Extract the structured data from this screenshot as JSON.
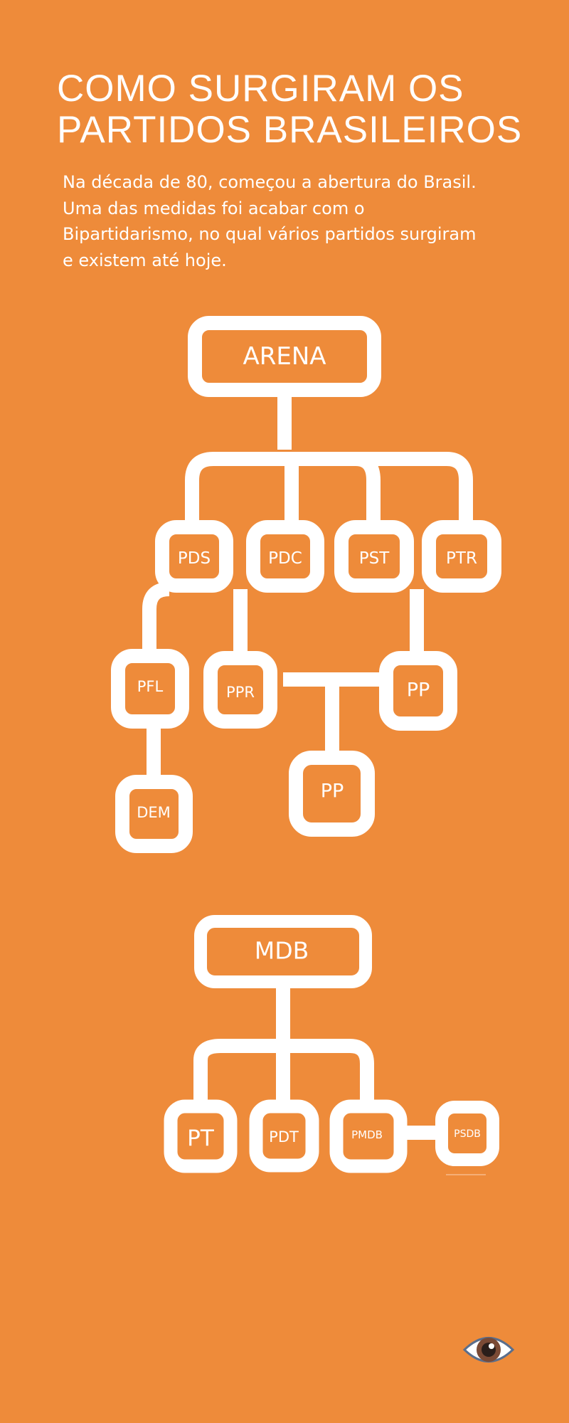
{
  "title": {
    "line1": "COMO SURGIRAM OS",
    "line2": "PARTIDOS BRASILEIROS"
  },
  "intro": {
    "line1": "Na década de 80, começou a abertura do Brasil.",
    "line2": "Uma das medidas foi acabar com o",
    "line3": "Bipartidarismo, no qual vários partidos surgiram",
    "line4": "e existem até hoje."
  },
  "colors": {
    "background": "#EE8B3A",
    "foreground": "#FFFFFF"
  },
  "diagrams": [
    {
      "root": "ARENA",
      "nodes": [
        "PDS",
        "PDC",
        "PST",
        "PTR",
        "PFL",
        "PPR",
        "PP",
        "PP",
        "DEM"
      ]
    },
    {
      "root": "MDB",
      "nodes": [
        "PT",
        "PDT",
        "PMDB",
        "PSDB"
      ]
    }
  ],
  "icons": {
    "footer": "eye-icon"
  }
}
